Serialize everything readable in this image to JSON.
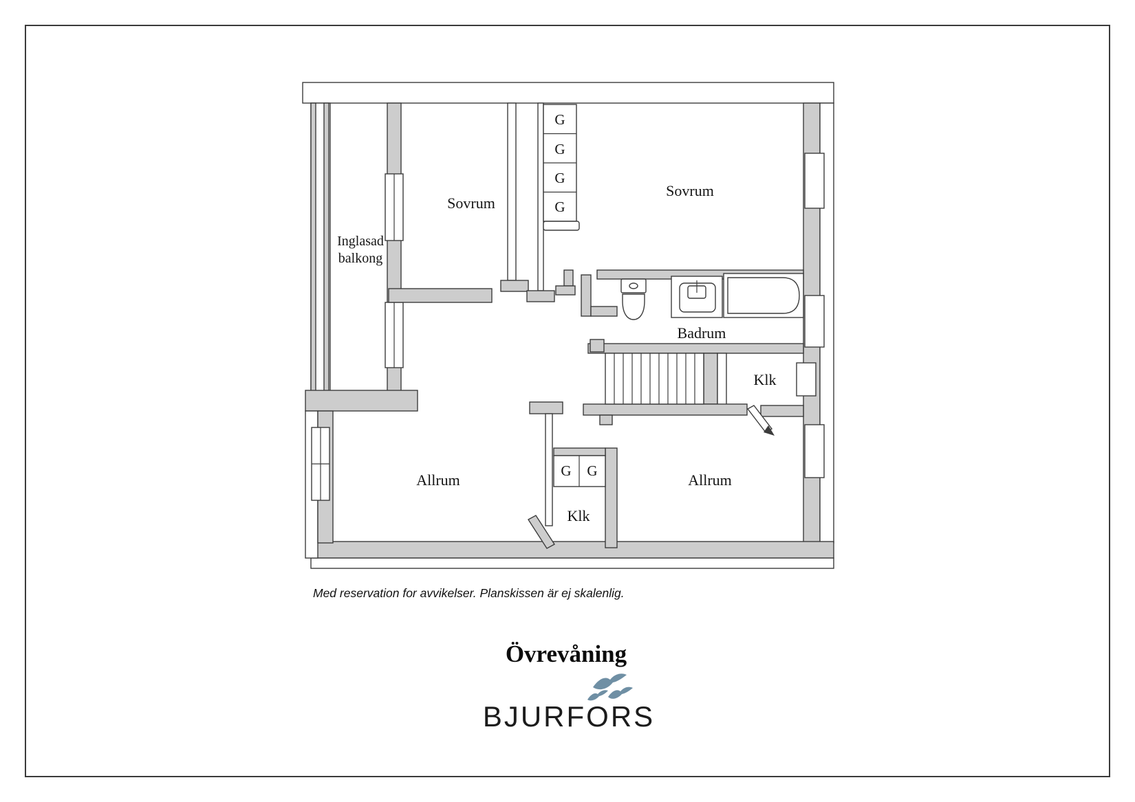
{
  "page": {
    "background": "#ffffff",
    "border_color": "#3a3a3a"
  },
  "floorplan": {
    "wall_fill": "#cdcdcd",
    "line_color": "#3c3c3c",
    "rooms": [
      {
        "id": "sovrum-left",
        "label": "Sovrum"
      },
      {
        "id": "sovrum-right",
        "label": "Sovrum"
      },
      {
        "id": "inglasad-balkong",
        "label_line1": "Inglasad",
        "label_line2": "balkong"
      },
      {
        "id": "badrum",
        "label": "Badrum"
      },
      {
        "id": "klk-upper",
        "label": "Klk"
      },
      {
        "id": "klk-lower",
        "label": "Klk"
      },
      {
        "id": "allrum-left",
        "label": "Allrum"
      },
      {
        "id": "allrum-right",
        "label": "Allrum"
      }
    ],
    "wardrobe_label": "G"
  },
  "footer": {
    "disclaimer": "Med reservation for avvikelser. Planskissen är ej skalenlig.",
    "floor_title": "Övrevåning"
  },
  "brand": {
    "name": "BJURFORS",
    "bird_color": "#6f8fa4",
    "text_color": "#1c1c1c"
  }
}
